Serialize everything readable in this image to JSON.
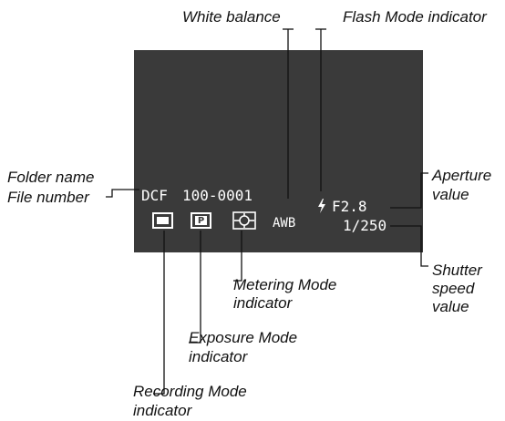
{
  "callouts": {
    "white_balance": "White balance",
    "flash_mode": "Flash Mode indicator",
    "folder_name": "Folder name",
    "file_number": "File number",
    "aperture": [
      "Aperture",
      "value"
    ],
    "shutter": [
      "Shutter",
      "speed",
      "value"
    ],
    "metering": [
      "Metering Mode",
      "indicator"
    ],
    "exposure": [
      "Exposure Mode",
      "indicator"
    ],
    "recording": [
      "Recording Mode",
      "indicator"
    ]
  },
  "display": {
    "folder": "DCF",
    "file_number": "100-0001",
    "white_balance": "AWB",
    "flash_icon": "lightning-bolt",
    "aperture": "F2.8",
    "shutter": "1/250",
    "exposure_mode_letter": "P"
  },
  "colors": {
    "lcd_background": "#3a3a3a",
    "lcd_text": "#ffffff",
    "label_text": "#111111"
  }
}
